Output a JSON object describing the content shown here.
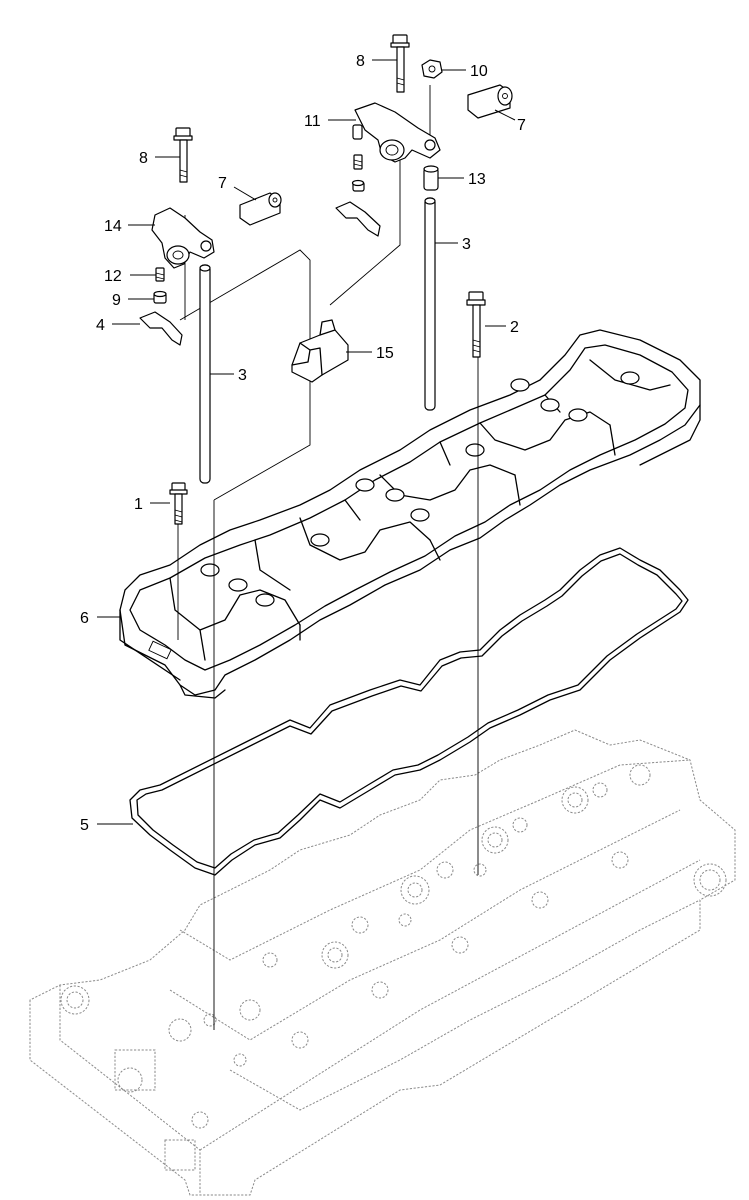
{
  "callouts": [
    {
      "id": "c1",
      "label": "1"
    },
    {
      "id": "c2",
      "label": "2"
    },
    {
      "id": "c3a",
      "label": "3"
    },
    {
      "id": "c3b",
      "label": "3"
    },
    {
      "id": "c4",
      "label": "4"
    },
    {
      "id": "c5",
      "label": "5"
    },
    {
      "id": "c6",
      "label": "6"
    },
    {
      "id": "c7a",
      "label": "7"
    },
    {
      "id": "c7b",
      "label": "7"
    },
    {
      "id": "c8a",
      "label": "8"
    },
    {
      "id": "c8b",
      "label": "8"
    },
    {
      "id": "c9",
      "label": "9"
    },
    {
      "id": "c10",
      "label": "10"
    },
    {
      "id": "c11",
      "label": "11"
    },
    {
      "id": "c12",
      "label": "12"
    },
    {
      "id": "c13",
      "label": "13"
    },
    {
      "id": "c14",
      "label": "14"
    },
    {
      "id": "c15",
      "label": "15"
    }
  ]
}
